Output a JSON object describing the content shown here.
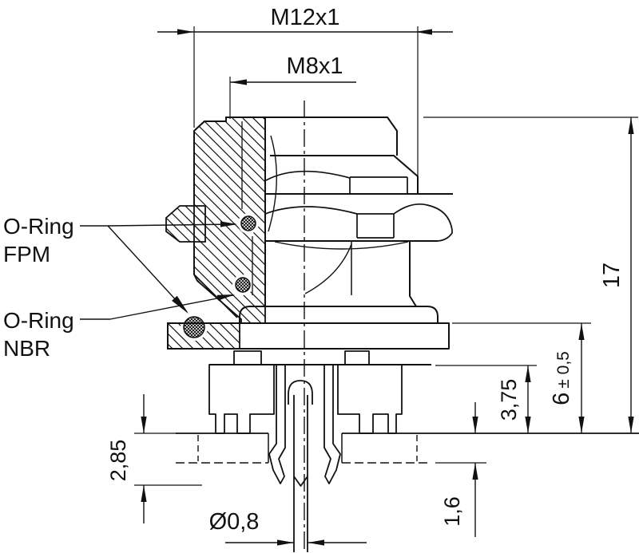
{
  "drawing": {
    "type": "technical-section-drawing",
    "subject": "panel-mount circular connector, half section view",
    "colors": {
      "line": "#111111",
      "background": "#ffffff"
    },
    "dimensions": {
      "thread_outer": "M12x1",
      "thread_inner": "M8x1",
      "overall_height": "17",
      "flange_to_panel": "6",
      "flange_to_panel_tolerance": "± 0,5",
      "carrier_height": "3,75",
      "snap_depth": "2,85",
      "panel_thickness": "1,6",
      "pin_diameter": "Ø0,8"
    },
    "callouts": {
      "fpm_line1": "O-Ring",
      "fpm_line2": "FPM",
      "nbr_line1": "O-Ring",
      "nbr_line2": "NBR"
    }
  }
}
